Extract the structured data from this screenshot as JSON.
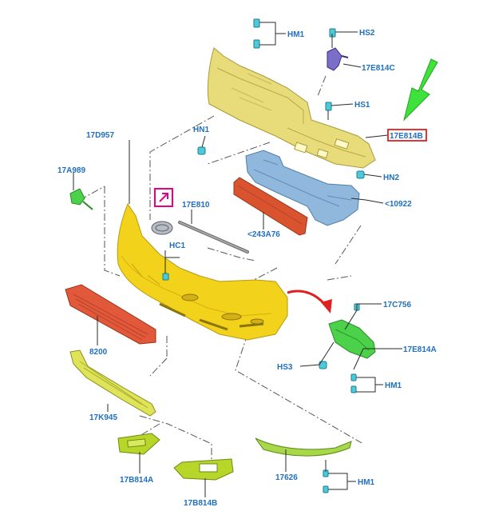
{
  "labels": {
    "hm1_top": "HM1",
    "hs2": "HS2",
    "p17e814c": "17E814C",
    "hs1": "HS1",
    "p17e814b": "17E814B",
    "p17d957": "17D957",
    "hn1": "HN1",
    "p17a989": "17A989",
    "hn2": "HN2",
    "p10922": "<10922",
    "p17e810": "17E810",
    "p243a76": "<243A76",
    "hc1": "HC1",
    "p17c756": "17C756",
    "p8200": "8200",
    "p17e814a": "17E814A",
    "hs3": "HS3",
    "hm1_right": "HM1",
    "p17k945": "17K945",
    "p17b814a": "17B814A",
    "p17626": "17626",
    "hm1_bottom": "HM1",
    "p17b814b": "17B814B"
  },
  "colors": {
    "label": "#1f6fc0",
    "upper_absorber": "#e8dc7a",
    "bumper_cover": "#f2d21a",
    "reinforcement_beam": "#8fb8dc",
    "lower_grille": "#e2583a",
    "seal_strip": "#d9542e",
    "grille_frame": "#dfe35a",
    "side_bracket": "#4cd14a",
    "fog_bezel": "#b8d62a",
    "lip_spoiler": "#a8d84a",
    "clip": "#4fc8d8",
    "highlight_box": "#e8008a",
    "callout_box": "#e02020",
    "green_arrow": "#3ee23a",
    "red_arrow": "#e02020"
  },
  "icons": {
    "pointer": "camera-flag-icon",
    "green": "arrow-down-left-icon",
    "red": "curved-arrow-right-icon"
  }
}
